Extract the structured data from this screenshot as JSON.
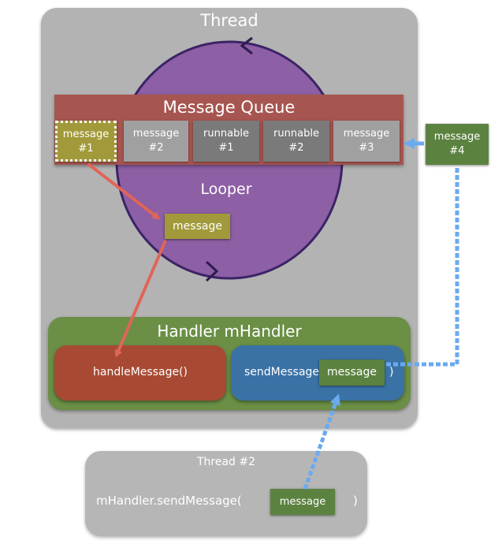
{
  "thread": {
    "title": "Thread"
  },
  "looper": {
    "label": "Looper",
    "current_message": "message"
  },
  "message_queue": {
    "title": "Message Queue",
    "items": [
      {
        "label": "message\n#1",
        "kind": "message",
        "color": "#a29a3a",
        "highlighted": true
      },
      {
        "label": "message\n#2",
        "kind": "message",
        "color": "#a0a0a0"
      },
      {
        "label": "runnable\n#1",
        "kind": "runnable",
        "color": "#7a7a7a"
      },
      {
        "label": "runnable\n#2",
        "kind": "runnable",
        "color": "#7a7a7a"
      },
      {
        "label": "message\n#3",
        "kind": "message",
        "color": "#a0a0a0"
      }
    ]
  },
  "incoming_message": {
    "label": "message\n#4",
    "color": "#5c8240"
  },
  "handler": {
    "title": "Handler mHandler",
    "handle_method": "handleMessage()",
    "send_method": "sendMessage(",
    "send_arg": "message",
    "send_close": ")"
  },
  "thread2": {
    "title": "Thread #2",
    "call": "mHandler.sendMessage(",
    "arg": "message",
    "close": ")"
  },
  "colors": {
    "thread_bg": "#b3b3b3",
    "looper_circle": "#8d5fa4",
    "queue_bg": "#a75550",
    "handler_bg": "#6a8f45",
    "handle_message_bg": "#a84a33",
    "send_message_bg": "#3a72a6",
    "red_arrow": "#e06558",
    "blue_arrow": "#6aaaf0"
  }
}
